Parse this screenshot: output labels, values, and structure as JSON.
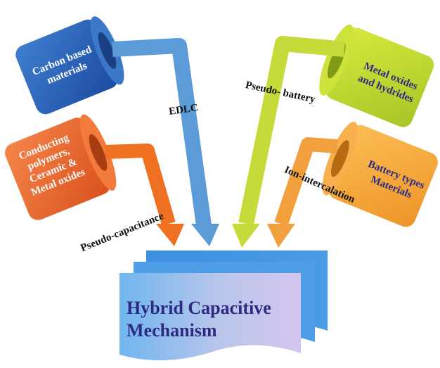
{
  "sources": {
    "carbon": {
      "lines": [
        "Carbon based",
        "materials"
      ],
      "color": "#2a63b8",
      "text_color": "#ffffff"
    },
    "conducting": {
      "lines": [
        "Conducting",
        "polymers,",
        "Ceramic &",
        "Metal oxides"
      ],
      "color": "#e8622a",
      "text_color": "#ffffff"
    },
    "metal_oxides": {
      "lines": [
        "Metal oxides",
        "and hydrides"
      ],
      "color": "#b9d632",
      "text_color": "#2e2a84"
    },
    "battery": {
      "lines": [
        "Battery types",
        "Materials"
      ],
      "color": "#f4a43a",
      "text_color": "#2e2a84"
    }
  },
  "mechanisms": {
    "edlc": {
      "label": "EDLC",
      "color": "#5b9bd8"
    },
    "pseudo_capacitance": {
      "label": "Pseudo-capacitance",
      "color": "#ee7020"
    },
    "pseudo_battery": {
      "label": "Pseudo- battery",
      "color": "#c6db3a"
    },
    "ion_intercalation": {
      "label": "Ion-intercalation",
      "color": "#f2a03e"
    }
  },
  "result": {
    "lines": [
      "Hybrid Capacitive",
      "Mechanism"
    ],
    "text_color": "#2e2a84"
  }
}
